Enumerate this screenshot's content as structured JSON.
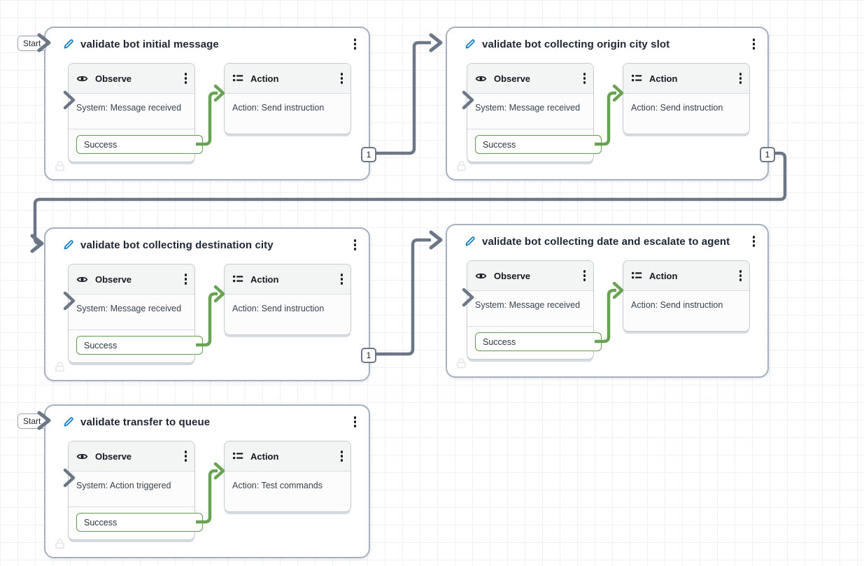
{
  "colors": {
    "connector_gray": "#6b7787",
    "success_green": "#67a353",
    "edit_blue": "#0b7ac0",
    "block_border": "#a6b1bf",
    "card_header_bg": "#f3f4f4",
    "text_dark": "#16191f"
  },
  "icons": {
    "pencil": "edit-title",
    "eye": "observe",
    "list": "action-list",
    "kebab": "more-menu",
    "chevron": "flow-direction",
    "lock": "locked"
  },
  "blocks": [
    {
      "title": "validate bot initial message",
      "start_label": "Start",
      "out_badge": "1",
      "observe": {
        "label": "Observe",
        "body": "System: Message received",
        "success_port": "Success"
      },
      "action": {
        "label": "Action",
        "body": "Action: Send instruction"
      }
    },
    {
      "title": "validate bot collecting origin city slot",
      "out_badge": "1",
      "observe": {
        "label": "Observe",
        "body": "System: Message received",
        "success_port": "Success"
      },
      "action": {
        "label": "Action",
        "body": "Action: Send instruction"
      }
    },
    {
      "title": "validate bot collecting destination city",
      "out_badge": "1",
      "observe": {
        "label": "Observe",
        "body": "System: Message received",
        "success_port": "Success"
      },
      "action": {
        "label": "Action",
        "body": "Action: Send instruction"
      }
    },
    {
      "title": "validate bot collecting date and escalate to agent",
      "observe": {
        "label": "Observe",
        "body": "System: Message received",
        "success_port": "Success"
      },
      "action": {
        "label": "Action",
        "body": "Action: Send instruction"
      }
    },
    {
      "title": "validate transfer to queue",
      "start_label": "Start",
      "observe": {
        "label": "Observe",
        "body": "System: Action triggered",
        "success_port": "Success"
      },
      "action": {
        "label": "Action",
        "body": "Action: Test commands"
      }
    }
  ]
}
